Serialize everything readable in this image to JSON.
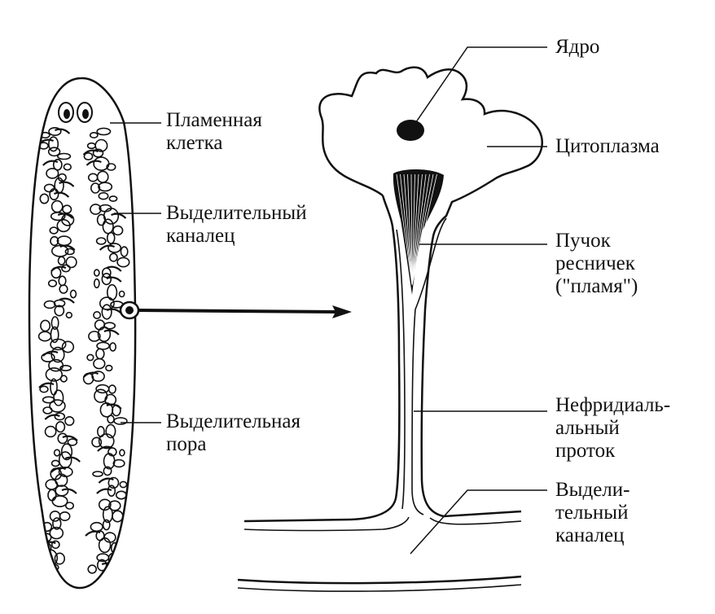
{
  "labels": {
    "flame_cell": [
      "Пламенная",
      "клетка"
    ],
    "excretory_canal": [
      "Выделительный",
      "каналец"
    ],
    "excretory_pore": [
      "Выделительная",
      "пора"
    ],
    "nucleus": "Ядро",
    "cytoplasm": "Цитоплазма",
    "cilia_tuft": [
      "Пучок",
      "ресничек",
      "(\"пламя\")"
    ],
    "nephridial_duct": [
      "Нефридиаль-",
      "альный",
      "проток"
    ],
    "excretory_canal_2": [
      "Выдели-",
      "тельный",
      "каналец"
    ]
  },
  "colors": {
    "ink": "#111111",
    "paper": "#ffffff"
  }
}
